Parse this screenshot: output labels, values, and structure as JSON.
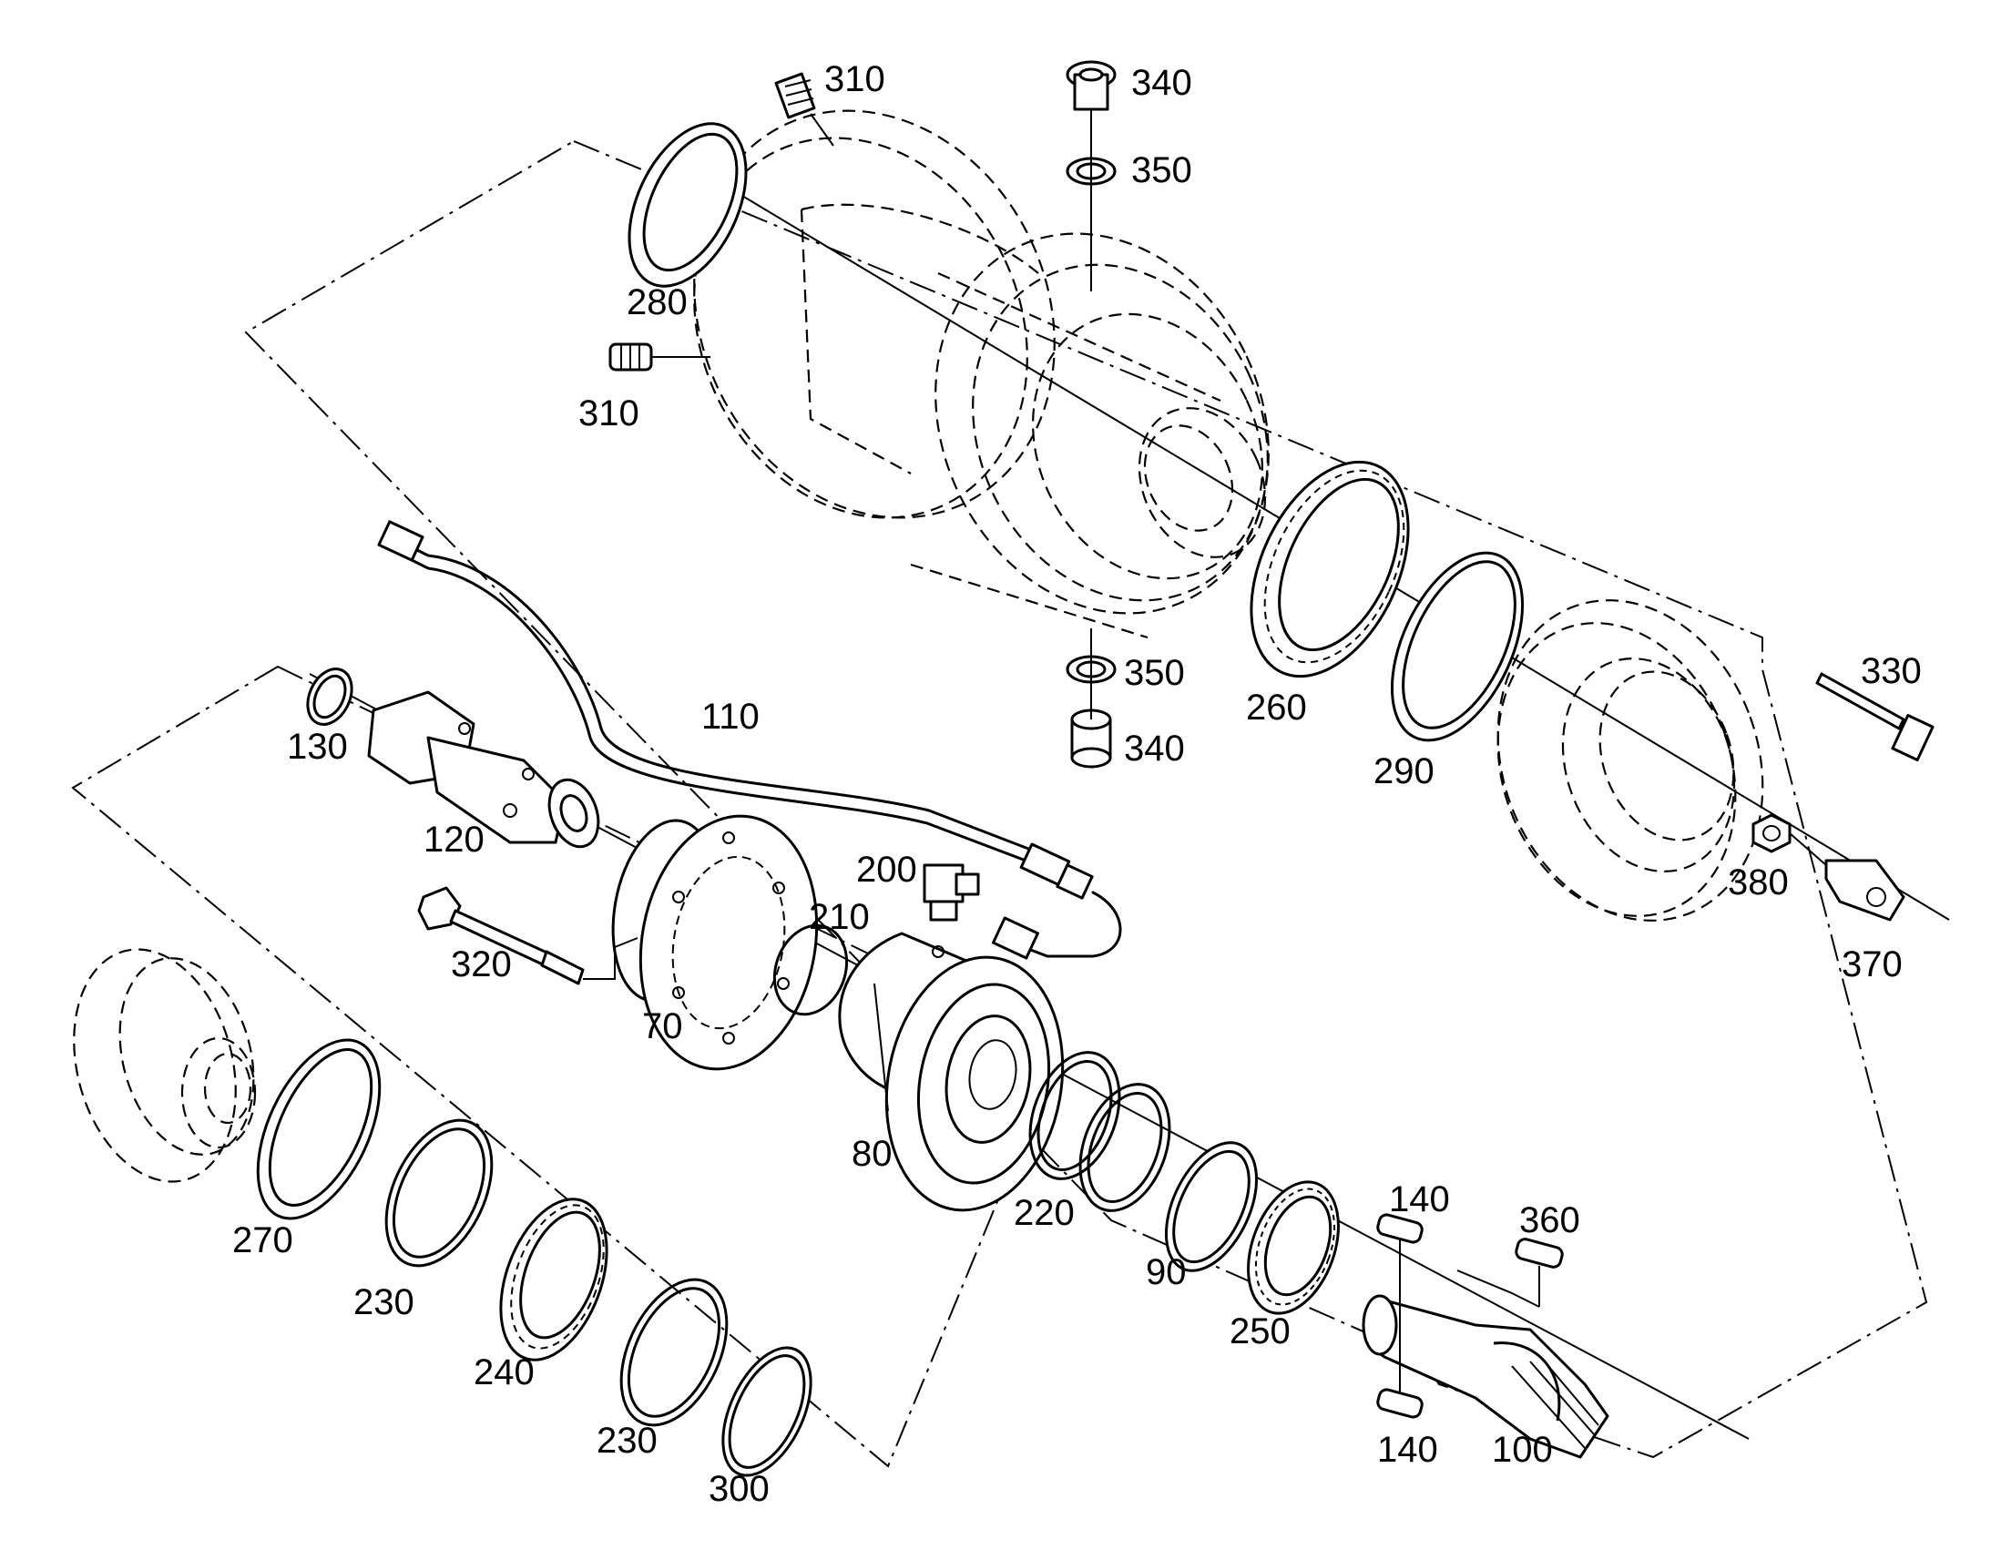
{
  "labels": [
    {
      "id": "p310a",
      "text": "310"
    },
    {
      "id": "p340a",
      "text": "340"
    },
    {
      "id": "p350a",
      "text": "350"
    },
    {
      "id": "p280",
      "text": "280"
    },
    {
      "id": "p310b",
      "text": "310"
    },
    {
      "id": "p350b",
      "text": "350"
    },
    {
      "id": "p340b",
      "text": "340"
    },
    {
      "id": "p260",
      "text": "260"
    },
    {
      "id": "p290",
      "text": "290"
    },
    {
      "id": "p330",
      "text": "330"
    },
    {
      "id": "p380",
      "text": "380"
    },
    {
      "id": "p370",
      "text": "370"
    },
    {
      "id": "p110",
      "text": "110"
    },
    {
      "id": "p130",
      "text": "130"
    },
    {
      "id": "p120",
      "text": "120"
    },
    {
      "id": "p200",
      "text": "200"
    },
    {
      "id": "p210",
      "text": "210"
    },
    {
      "id": "p320",
      "text": "320"
    },
    {
      "id": "p70",
      "text": "70"
    },
    {
      "id": "p80",
      "text": "80"
    },
    {
      "id": "p220",
      "text": "220"
    },
    {
      "id": "p90",
      "text": "90"
    },
    {
      "id": "p250",
      "text": "250"
    },
    {
      "id": "p140a",
      "text": "140"
    },
    {
      "id": "p360",
      "text": "360"
    },
    {
      "id": "p140b",
      "text": "140"
    },
    {
      "id": "p100",
      "text": "100"
    },
    {
      "id": "p270",
      "text": "270"
    },
    {
      "id": "p230a",
      "text": "230"
    },
    {
      "id": "p240",
      "text": "240"
    },
    {
      "id": "p230b",
      "text": "230"
    },
    {
      "id": "p300",
      "text": "300"
    }
  ]
}
